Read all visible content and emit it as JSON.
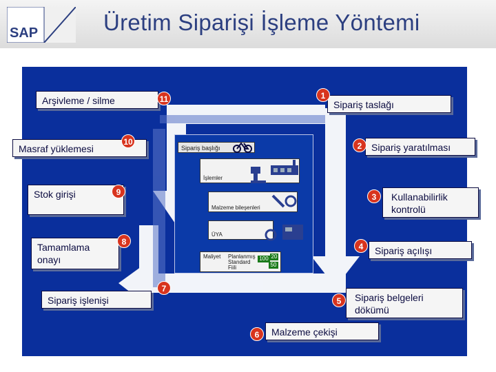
{
  "header": {
    "logo_text": "SAP",
    "title": "Üretim Siparişi İşleme Yöntemi"
  },
  "steps": [
    {
      "num": "1",
      "label": "Sipariş taslağı"
    },
    {
      "num": "2",
      "label": "Sipariş yaratılması"
    },
    {
      "num": "3",
      "label": "Kullanabilirlik kontrolü"
    },
    {
      "num": "4",
      "label": "Sipariş açılışı"
    },
    {
      "num": "5",
      "label": "Sipariş belgeleri dökümü"
    },
    {
      "num": "6",
      "label": "Malzeme çekişi"
    },
    {
      "num": "7",
      "label": "Sipariş işlenişi"
    },
    {
      "num": "8",
      "label": "Tamamlama onayı"
    },
    {
      "num": "9",
      "label": "Stok girişi"
    },
    {
      "num": "10",
      "label": "Masraf yüklemesi"
    },
    {
      "num": "11",
      "label": "Arşivleme / silme"
    }
  ],
  "inner": {
    "order_header": "Sipariş başlığı",
    "operations": "İşlemler",
    "components": "Malzeme bileşenleri",
    "prt": "ÜYA",
    "costs": "Maliyet",
    "planned": "Planlanmış",
    "standard": "Standard",
    "actual": "Fiili",
    "value_a": "100",
    "value_b": "20",
    "value_c": "50"
  },
  "colors": {
    "panel": "#0a2f9c",
    "arrow": "#ffffff",
    "step_badge": "#d8341e",
    "title": "#2c3f80"
  }
}
